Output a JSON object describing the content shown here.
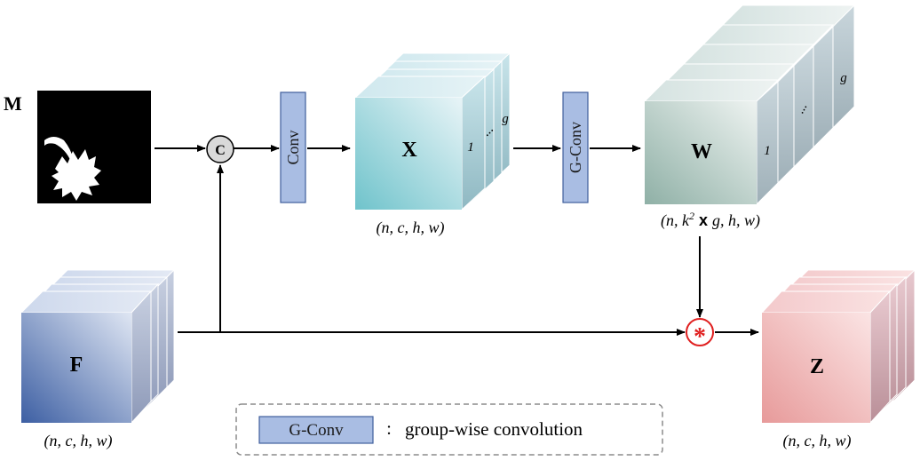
{
  "inputs": {
    "mask_label": "M",
    "feature_label": "F",
    "feature_shape": "(n, c, h, w)"
  },
  "concat": {
    "symbol": "C"
  },
  "conv": {
    "label": "Conv"
  },
  "x_block": {
    "label": "X",
    "shape": "(n, c, h, w)",
    "first_index": "1",
    "dots": "...",
    "last_index": "g"
  },
  "gconv": {
    "label": "G-Conv"
  },
  "w_block": {
    "label": "W",
    "shape_prefix": "(n, k",
    "shape_sup": "2",
    "shape_mid": " x ",
    "shape_suffix": "g, h, w)",
    "first_index": "1",
    "dots": "...",
    "last_index": "g"
  },
  "op": {
    "symbol": "*"
  },
  "output": {
    "label": "Z",
    "shape": "(n, c, h, w)"
  },
  "legend": {
    "box_label": "G-Conv",
    "separator": ":",
    "description": "group-wise convolution"
  },
  "colors": {
    "conv_fill": "#a9bde3",
    "conv_stroke": "#3f5f9c",
    "x_color": "#6fc3cb",
    "w_color": "#8fb0a8",
    "f_color": "#3d5fa3",
    "z_color": "#e79a9a",
    "op_red": "#e02020"
  }
}
